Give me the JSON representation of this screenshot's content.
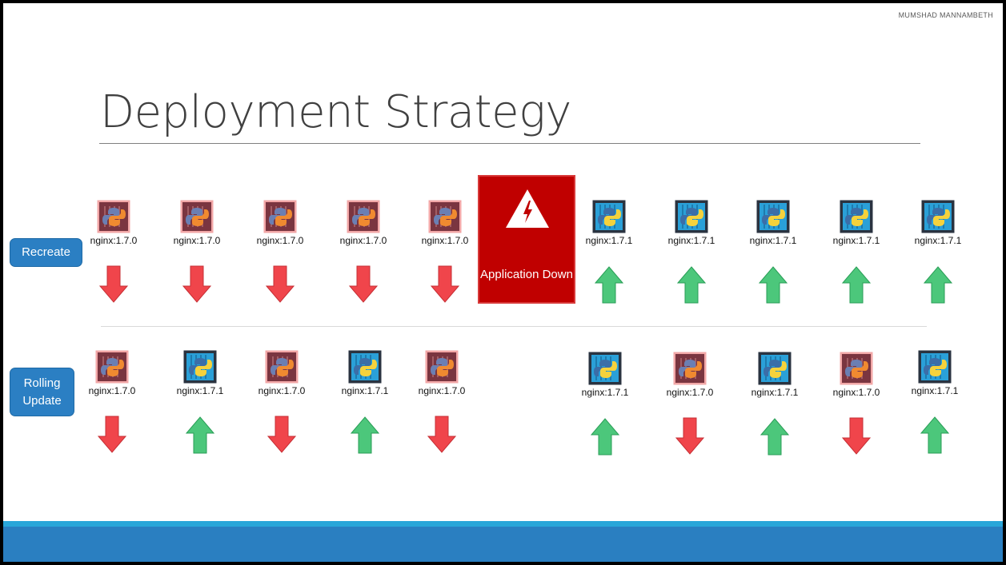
{
  "author": "MUMSHAD MANNAMBETH",
  "title": "Deployment Strategy",
  "strategies": {
    "recreate": "Recreate",
    "rolling": "Rolling Update"
  },
  "app_down": "Application Down",
  "colors": {
    "old": "#7a3540",
    "new": "#2a3340",
    "arrow_down": "#f0454b",
    "arrow_up": "#4cc77b",
    "app_down_bg": "#c00000",
    "accent": "#2a7fc1"
  },
  "recreate_pods": [
    {
      "label": "nginx:1.7.0",
      "version": "old",
      "direction": "down"
    },
    {
      "label": "nginx:1.7.0",
      "version": "old",
      "direction": "down"
    },
    {
      "label": "nginx:1.7.0",
      "version": "old",
      "direction": "down"
    },
    {
      "label": "nginx:1.7.0",
      "version": "old",
      "direction": "down"
    },
    {
      "label": "nginx:1.7.0",
      "version": "old",
      "direction": "down"
    },
    {
      "label": "nginx:1.7.1",
      "version": "new",
      "direction": "up"
    },
    {
      "label": "nginx:1.7.1",
      "version": "new",
      "direction": "up"
    },
    {
      "label": "nginx:1.7.1",
      "version": "new",
      "direction": "up"
    },
    {
      "label": "nginx:1.7.1",
      "version": "new",
      "direction": "up"
    },
    {
      "label": "nginx:1.7.1",
      "version": "new",
      "direction": "up"
    }
  ],
  "rolling_pods": [
    {
      "label": "nginx:1.7.0",
      "version": "old",
      "direction": "down"
    },
    {
      "label": "nginx:1.7.1",
      "version": "new",
      "direction": "up"
    },
    {
      "label": "nginx:1.7.0",
      "version": "old",
      "direction": "down"
    },
    {
      "label": "nginx:1.7.1",
      "version": "new",
      "direction": "up"
    },
    {
      "label": "nginx:1.7.0",
      "version": "old",
      "direction": "down"
    },
    {
      "label": "nginx:1.7.1",
      "version": "new",
      "direction": "up"
    },
    {
      "label": "nginx:1.7.0",
      "version": "old",
      "direction": "down"
    },
    {
      "label": "nginx:1.7.1",
      "version": "new",
      "direction": "up"
    },
    {
      "label": "nginx:1.7.0",
      "version": "old",
      "direction": "down"
    },
    {
      "label": "nginx:1.7.1",
      "version": "new",
      "direction": "up"
    }
  ]
}
